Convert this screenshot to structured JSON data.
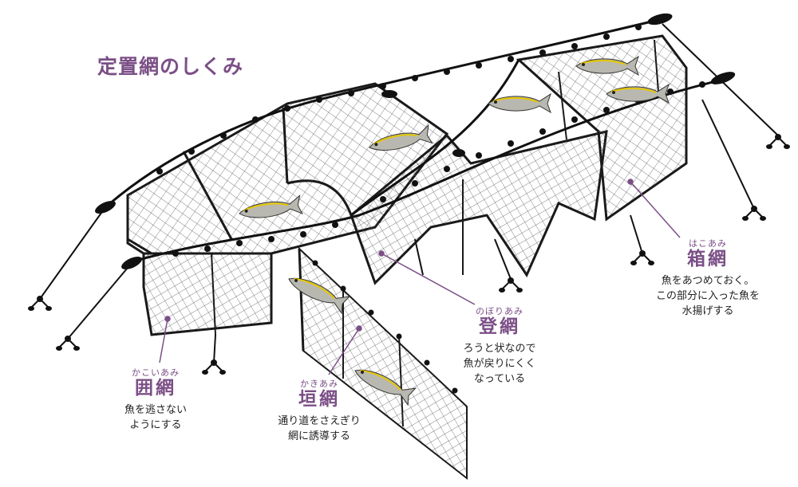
{
  "title": "定置網のしくみ",
  "labels": {
    "kakoiami": {
      "ruby": "かこいあみ",
      "name": "囲網",
      "desc_line1": "魚を逃さない",
      "desc_line2": "ようにする"
    },
    "kakiami": {
      "ruby": "かきあみ",
      "name": "垣網",
      "desc_line1": "通り道をさえぎり",
      "desc_line2": "網に誘導する"
    },
    "noboriami": {
      "ruby": "のぼりあみ",
      "name": "登網",
      "desc_line1": "ろうと状なので",
      "desc_line2": "魚が戻りにくく",
      "desc_line3": "なっている"
    },
    "hakoami": {
      "ruby": "はこあみ",
      "name": "箱網",
      "desc_line1": "魚をあつめておく。",
      "desc_line2": "この部分に入った魚を",
      "desc_line3": "水揚げする"
    }
  },
  "colors": {
    "accent": "#7b4f86",
    "net_line": "#1a1a1a",
    "fish_body": "#b8b8b0"
  }
}
